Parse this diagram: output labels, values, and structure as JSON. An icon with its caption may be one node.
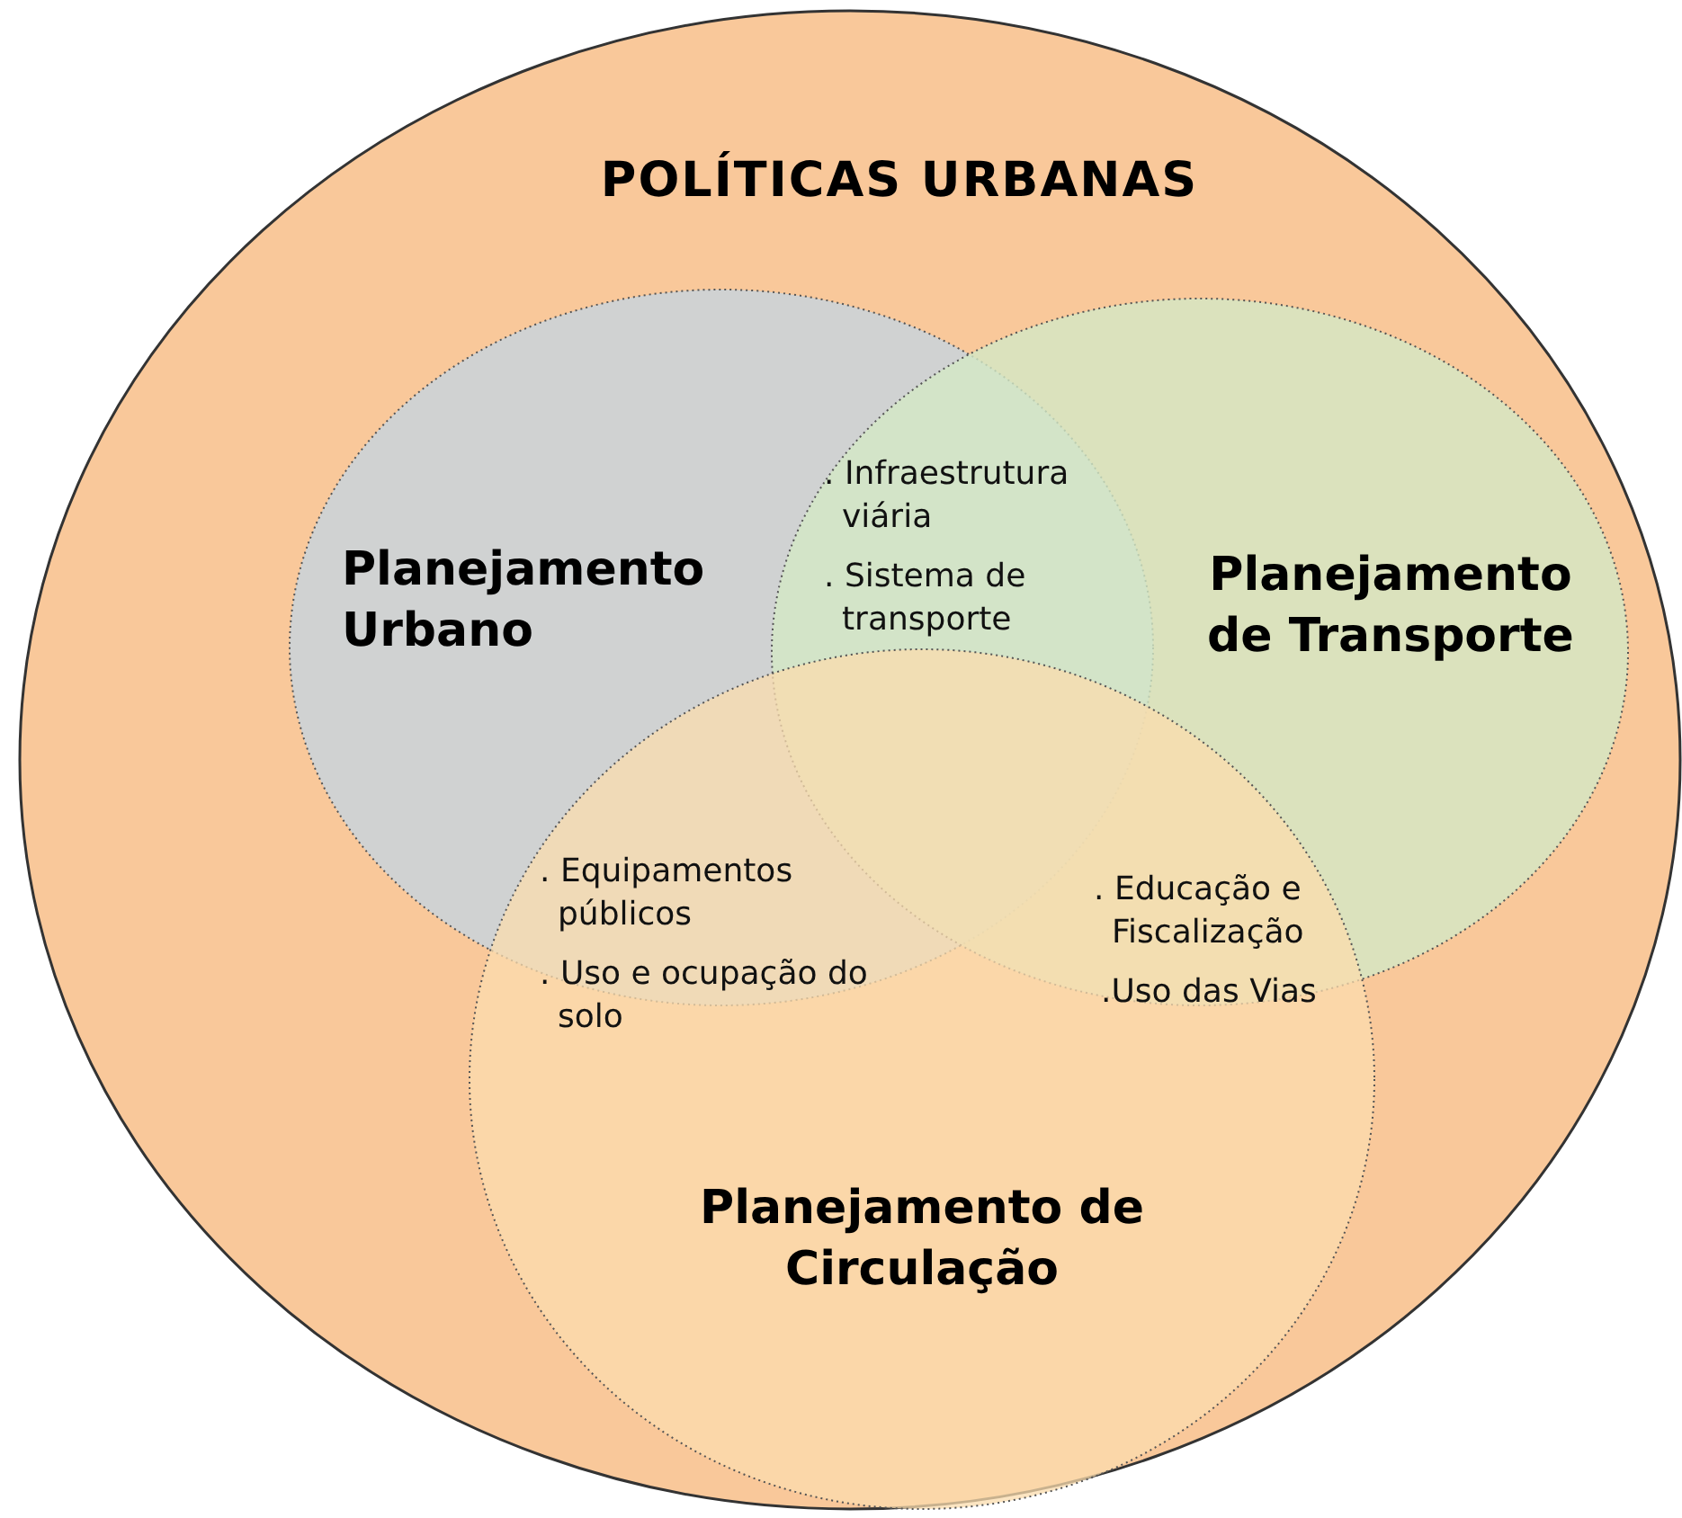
{
  "diagram": {
    "nodes": [
      {
        "text": [
          "POLÍTICAS URBANAS"
        ]
      },
      {
        "text": [
          "Planejamento Urbano"
        ],
        "in": 0
      },
      {
        "text": [
          "Planejamento de Transporte"
        ],
        "in": 0
      },
      {
        "text": [
          "Planejamento de Circulação"
        ],
        "in": 0
      }
    ],
    "labels": [
      ". Infraestrutura viária",
      ". Sistema de transporte",
      ". Equipamentos públicos",
      ". Uso e ocupação do solo",
      ". Educação e Fiscalização",
      ".Uso das Vias"
    ]
  }
}
